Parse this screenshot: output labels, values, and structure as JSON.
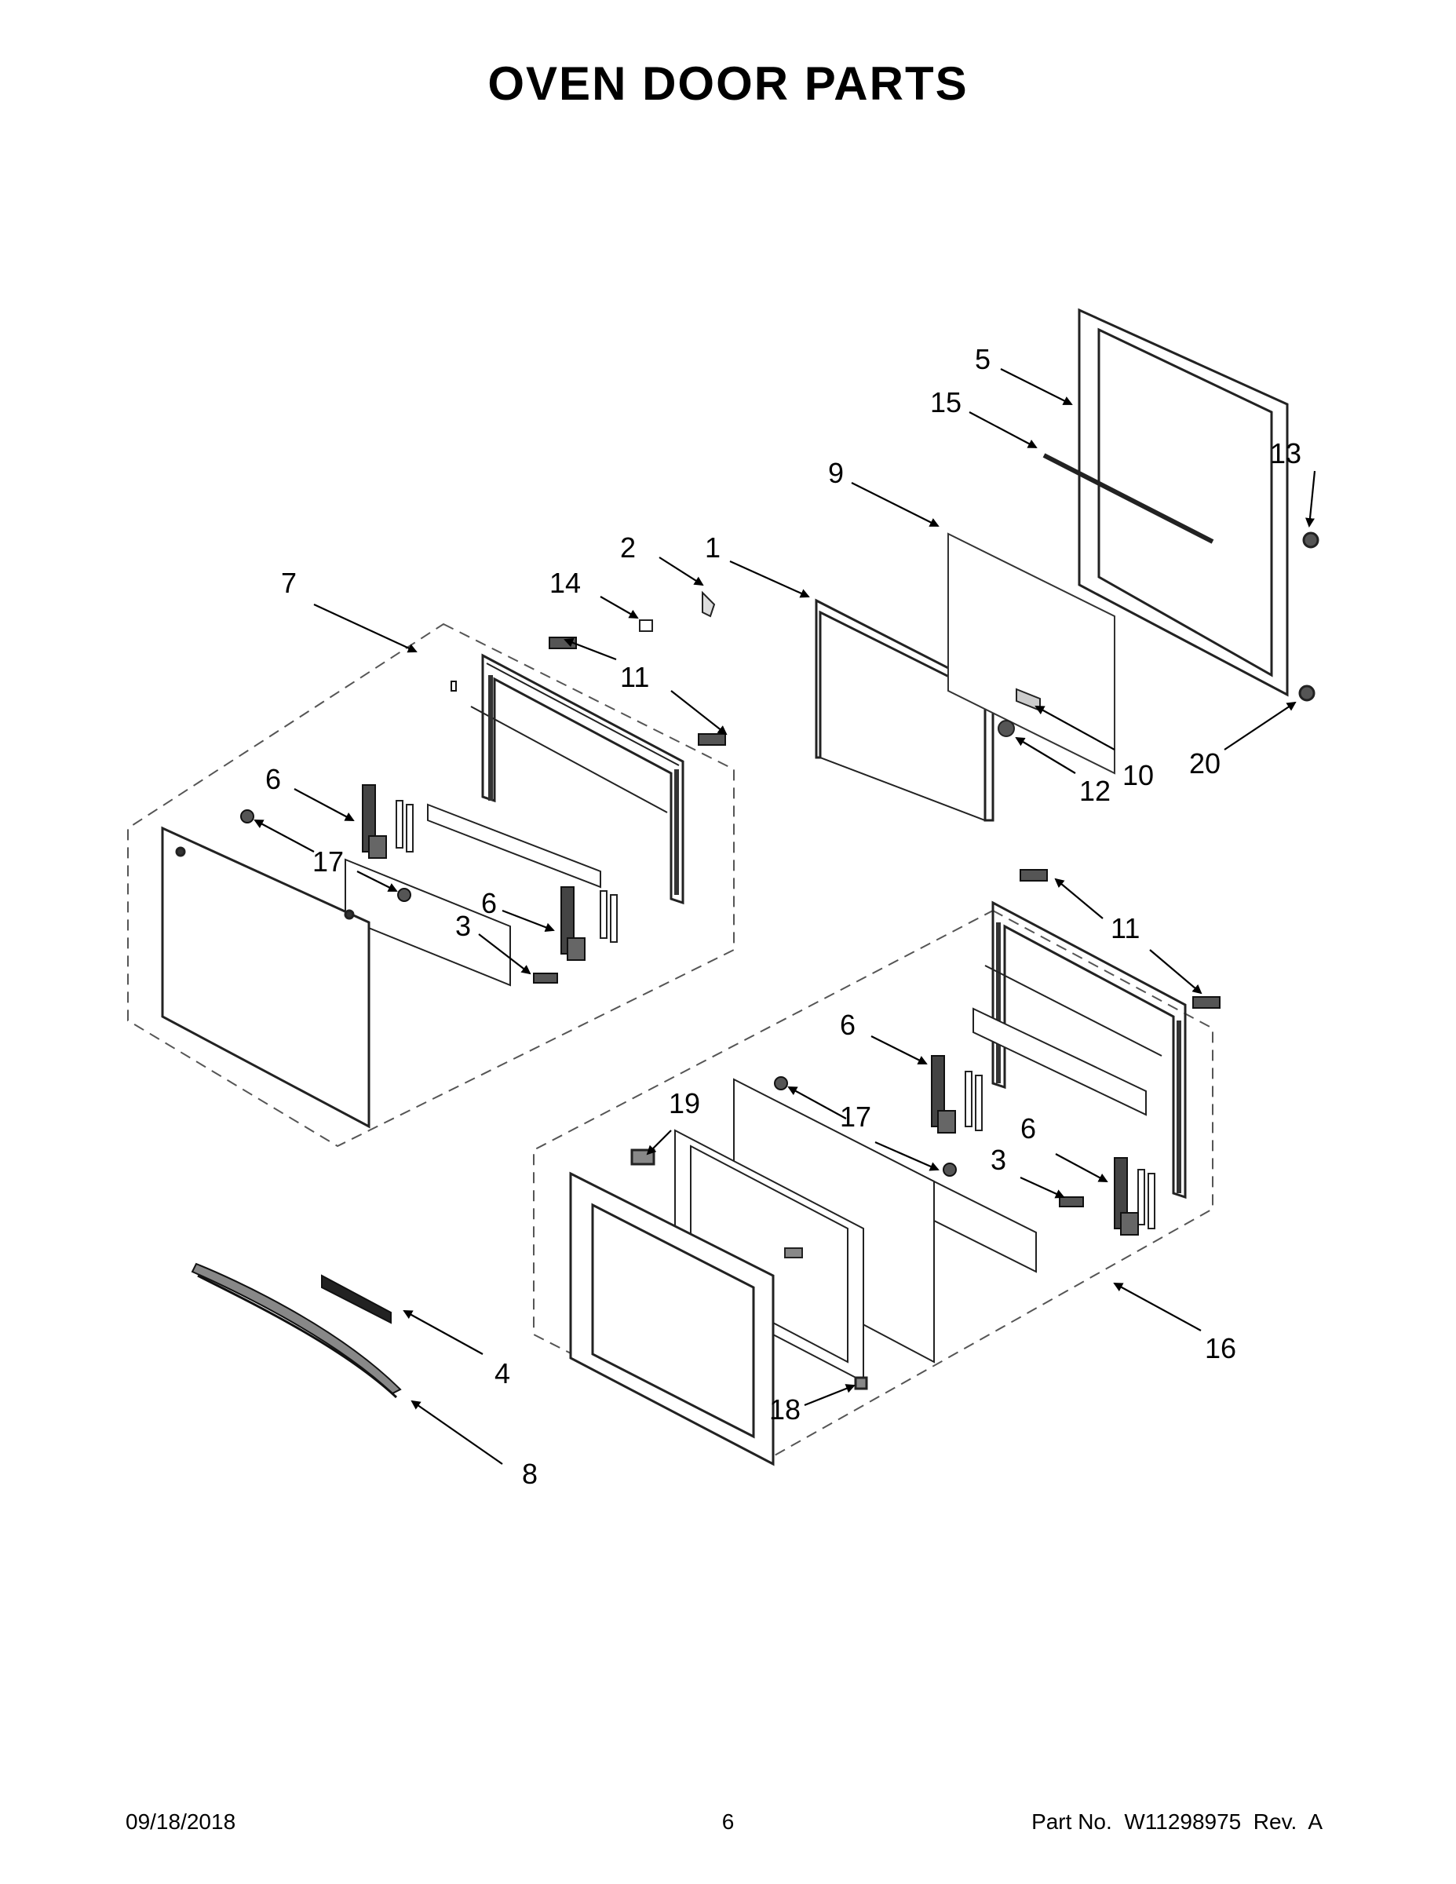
{
  "title": "OVEN DOOR PARTS",
  "callouts": {
    "c1": "1",
    "c2": "2",
    "c3a": "3",
    "c3b": "3",
    "c4": "4",
    "c5": "5",
    "c6a": "6",
    "c6b": "6",
    "c6c": "6",
    "c6d": "6",
    "c7": "7",
    "c8": "8",
    "c9": "9",
    "c10": "10",
    "c11a": "11",
    "c11b": "11",
    "c12": "12",
    "c13": "13",
    "c14": "14",
    "c15": "15",
    "c16": "16",
    "c17a": "17",
    "c17b": "17",
    "c18": "18",
    "c19": "19",
    "c20": "20"
  },
  "footer": {
    "date": "09/18/2018",
    "page": "6",
    "part_no": "Part No.  W11298975  Rev.  A"
  }
}
